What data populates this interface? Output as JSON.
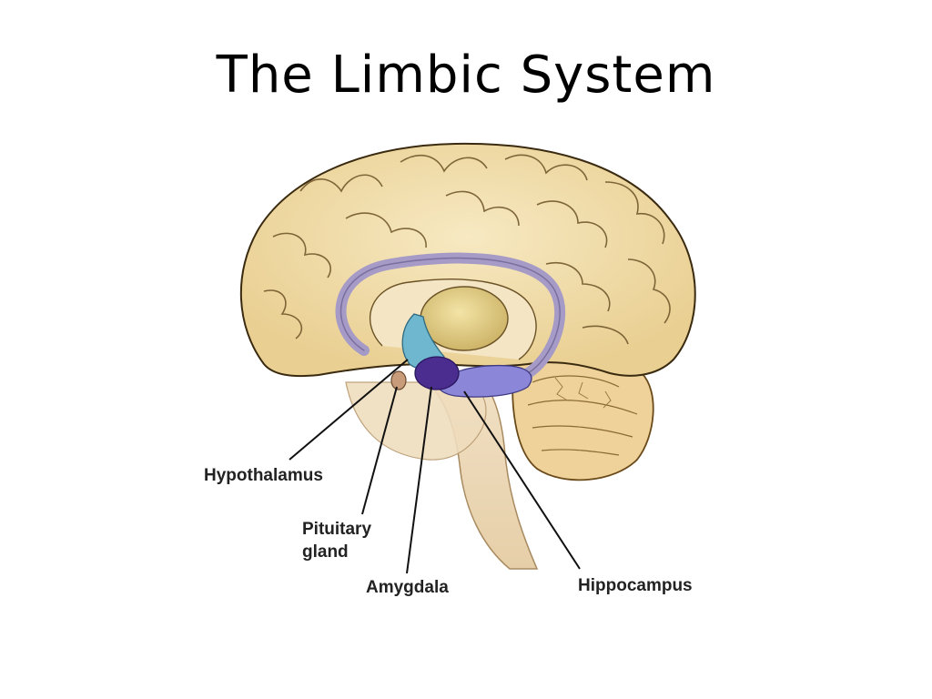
{
  "slide": {
    "title": "The Limbic System"
  },
  "diagram": {
    "labels": {
      "hypothalamus": "Hypothalamus",
      "pituitary_line1": "Pituitary",
      "pituitary_line2": "gland",
      "amygdala": "Amygdala",
      "hippocampus": "Hippocampus"
    },
    "colors": {
      "cortex": "#F1DDAA",
      "cortex_outline": "#3a2a10",
      "thalamus": "#E4D28A",
      "cingulate": "#A59BC6",
      "hypothalamus": "#6FB6CF",
      "amygdala": "#4B2D8F",
      "hippocampus": "#8C86D8",
      "brainstem": "#EDD9B8",
      "cerebellum": "#EED29A",
      "pituitary": "#C89B7A"
    }
  }
}
